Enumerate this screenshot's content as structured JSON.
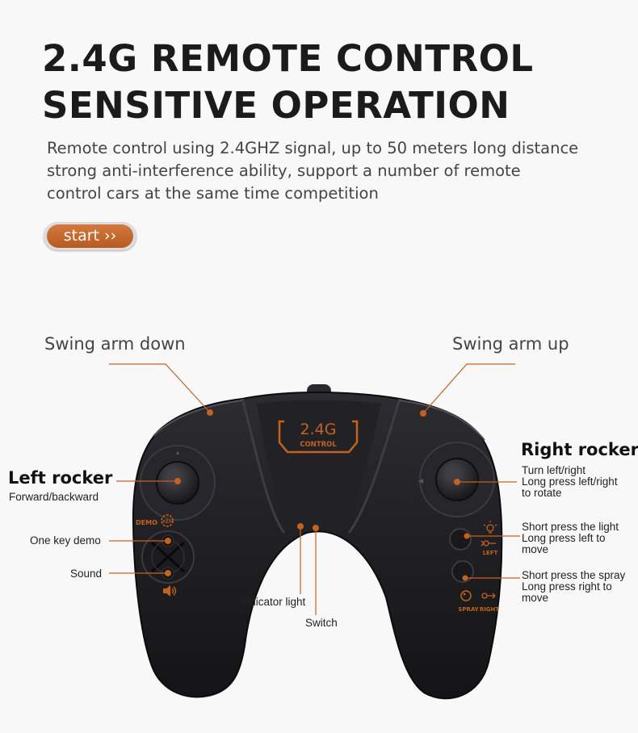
{
  "headline": [
    "2.4G REMOTE CONTROL",
    "SENSITIVE OPERATION"
  ],
  "subtitle": [
    "Remote control using 2.4GHZ signal, up to 50 meters long distance",
    "strong anti-interference ability, support a number of remote",
    "control cars at the same time competition"
  ],
  "start_button": "start",
  "badge": {
    "main": "2.4G",
    "sub": "CONTROL"
  },
  "labels": {
    "swing_down": "Swing arm down",
    "swing_up": "Swing arm up",
    "left_rocker_title": "Left rocker",
    "left_rocker_desc": "Forward/backward",
    "right_rocker_title": "Right rocker",
    "right_rocker_desc": [
      "Turn left/right",
      "Long press left/right",
      "to rotate"
    ],
    "one_key_demo": "One key demo",
    "sound": "Sound",
    "indicator_light": "Indicator light",
    "switch": "Switch",
    "light_desc": [
      "Short press the light",
      "Long press left to",
      "move"
    ],
    "spray_desc": [
      "Short press the spray",
      "Long press right to",
      "move"
    ]
  },
  "controller_marks": {
    "demo": "DEMO",
    "left": "LEFT",
    "spray": "SPRAY",
    "right": "RIGHT"
  },
  "colors": {
    "accent": "#c4621f",
    "controller": "#1e1e22",
    "page": "#f8f8f8"
  }
}
